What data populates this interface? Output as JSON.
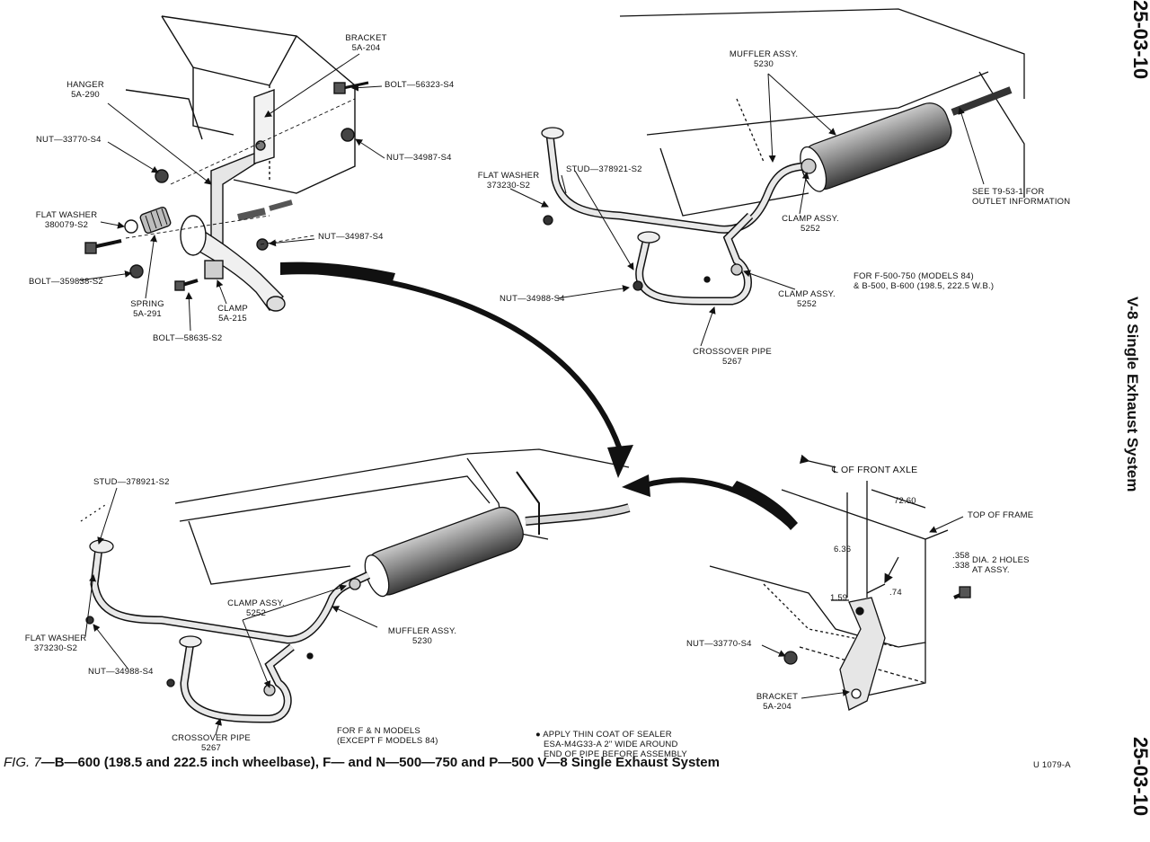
{
  "page_number_top": "25-03-10",
  "page_number_bottom": "25-03-10",
  "section_title": "V-8 Single Exhaust System",
  "figure_code": "U 1079-A",
  "caption": {
    "fig": "FIG. 7",
    "text": "—B—600 (198.5 and 222.5 inch wheelbase), F— and N—500—750 and P—500 V—8 Single Exhaust System"
  },
  "top_left": {
    "bracket": [
      "BRACKET",
      "5A-204"
    ],
    "bolt_top": "BOLT—56323-S4",
    "hanger": [
      "HANGER",
      "5A-290"
    ],
    "nut1": "NUT—33770-S4",
    "nut2": "NUT—34987-S4",
    "flat_washer": [
      "FLAT WASHER",
      "380079-S2"
    ],
    "nut3": "NUT—34987-S4",
    "bolt_left": "BOLT—359838-S2",
    "spring": [
      "SPRING",
      "5A-291"
    ],
    "clamp": [
      "CLAMP",
      "5A-215"
    ],
    "bolt_bottom": "BOLT—58635-S2"
  },
  "top_right": {
    "muffler": [
      "MUFFLER ASSY.",
      "5230"
    ],
    "flat_washer": [
      "FLAT WASHER",
      "373230-S2"
    ],
    "stud": "STUD—378921-S2",
    "see_note": [
      "SEE T9-53-1 FOR",
      "OUTLET INFORMATION"
    ],
    "clamp1": [
      "CLAMP ASSY.",
      "5252"
    ],
    "for_models": [
      "FOR F-500-750 (MODELS 84)",
      "& B-500, B-600 (198.5, 222.5 W.B.)"
    ],
    "nut": "NUT—34988-S4",
    "clamp2": [
      "CLAMP ASSY.",
      "5252"
    ],
    "crossover": [
      "CROSSOVER PIPE",
      "5267"
    ]
  },
  "bottom_left": {
    "stud": "STUD—378921-S2",
    "clamp": [
      "CLAMP ASSY.",
      "5252"
    ],
    "flat_washer": [
      "FLAT WASHER",
      "373230-S2"
    ],
    "muffler": [
      "MUFFLER ASSY.",
      "5230"
    ],
    "nut": "NUT—34988-S4",
    "crossover": [
      "CROSSOVER PIPE",
      "5267"
    ],
    "for_models": [
      "FOR F & N MODELS",
      "(EXCEPT F MODELS 84)"
    ],
    "sealer_note": [
      "● APPLY THIN COAT OF SEALER",
      "ESA-M4G33-A 2\" WIDE AROUND",
      "END OF PIPE BEFORE ASSEMBLY"
    ]
  },
  "bottom_right": {
    "front_axle": "℄ OF FRONT AXLE",
    "dim_7260": "72.60",
    "top_of_frame": "TOP OF FRAME",
    "dim_636": "6.36",
    "dim_358": ".358",
    "dim_338": ".338",
    "dia_holes": [
      "DIA. 2 HOLES",
      "AT ASSY."
    ],
    "dim_159": "1.59",
    "dim_74": ".74",
    "nut": "NUT—33770-S4",
    "bracket": [
      "BRACKET",
      "5A-204"
    ]
  }
}
